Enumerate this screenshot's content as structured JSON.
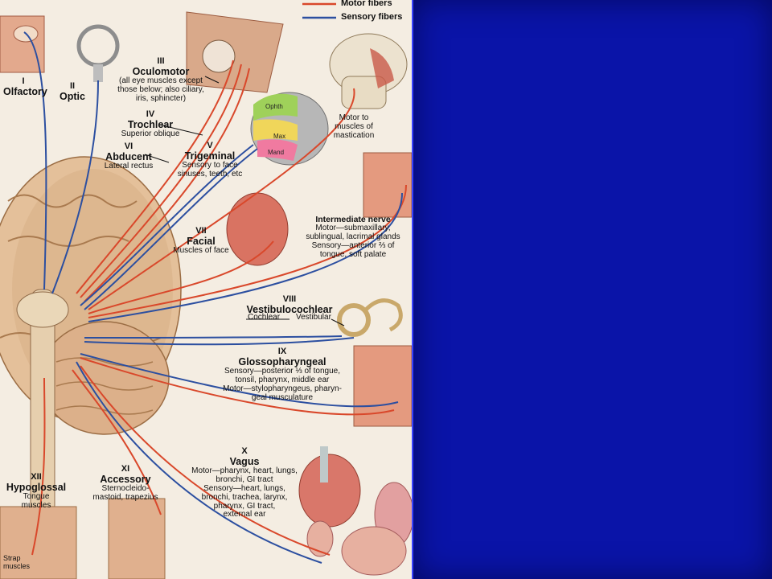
{
  "legend": {
    "motor": "Motor fibers",
    "sensory": "Sensory fibers",
    "motor_color": "#d9482b",
    "sensory_color": "#2c4fa0"
  },
  "panel_color": "#0a14a8",
  "nerves": {
    "I": {
      "num": "I",
      "name": "Olfactory"
    },
    "II": {
      "num": "II",
      "name": "Optic"
    },
    "III": {
      "num": "III",
      "name": "Oculomotor",
      "desc": [
        "(all eye muscles except",
        "those below; also ciliary,",
        "iris, sphincter)"
      ]
    },
    "IV": {
      "num": "IV",
      "name": "Trochlear",
      "desc": [
        "Superior oblique"
      ]
    },
    "V": {
      "num": "V",
      "name": "Trigeminal",
      "desc": [
        "Sensory to face",
        "sinuses, teeth, etc"
      ]
    },
    "VI": {
      "num": "VI",
      "name": "Abducent",
      "desc": [
        "Lateral rectus"
      ]
    },
    "VII": {
      "num": "VII",
      "name": "Facial",
      "desc": [
        "Muscles of face"
      ]
    },
    "VIII": {
      "num": "VIII",
      "name": "Vestibulocochlear",
      "cochlear": "Cochlear",
      "vestibular": "Vestibular"
    },
    "IX": {
      "num": "IX",
      "name": "Glossopharyngeal",
      "desc": [
        "Sensory—posterior ⅓ of tongue,",
        "tonsil, pharynx, middle ear",
        "Motor—stylopharyngeus, pharyn-",
        "geal musculature"
      ]
    },
    "X": {
      "num": "X",
      "name": "Vagus",
      "desc": [
        "Motor—pharynx, heart, lungs,",
        "bronchi, GI tract",
        "Sensory—heart, lungs,",
        "bronchi, trachea, larynx,",
        "pharynx, GI tract,",
        "external ear"
      ]
    },
    "XI": {
      "num": "XI",
      "name": "Accessory",
      "desc": [
        "Sternocleido-",
        "mastoid, trapezius"
      ]
    },
    "XII": {
      "num": "XII",
      "name": "Hypoglossal",
      "desc": [
        "Tongue",
        "muscles"
      ]
    }
  },
  "annotations": {
    "mastication": [
      "Motor to",
      "muscles of",
      "mastication"
    ],
    "intermediate": {
      "title": "Intermediate nerve",
      "lines": [
        "Motor—submaxillary,",
        "sublingual, lacrimal glands",
        "Sensory—anterior ⅔ of",
        "tongue, soft palate"
      ]
    },
    "strap": [
      "Strap",
      "muscles"
    ],
    "face_regions": [
      "Ophth",
      "Max",
      "Mand"
    ]
  }
}
